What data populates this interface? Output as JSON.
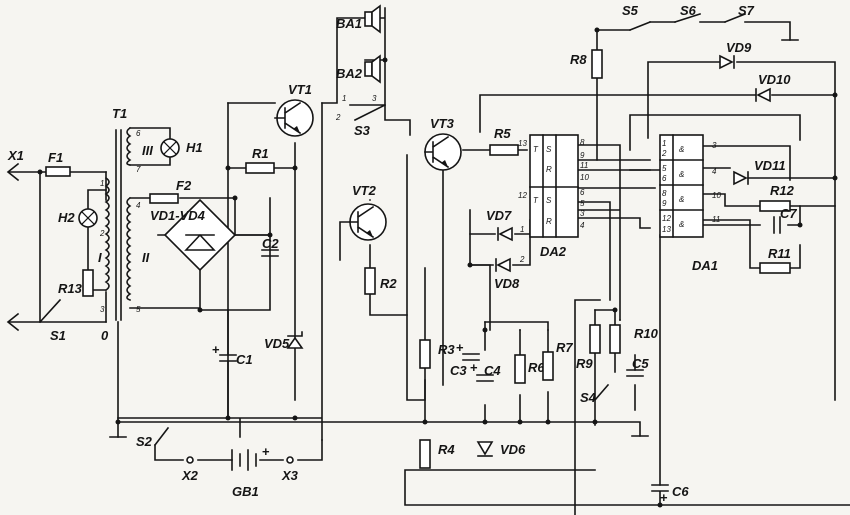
{
  "labels": {
    "x1": "X1",
    "x2": "X2",
    "x3": "X3",
    "f1": "F1",
    "f2": "F2",
    "t1": "T1",
    "h1": "H1",
    "h2": "H2",
    "r13": "R13",
    "s1": "S1",
    "s2": "S2",
    "s3": "S3",
    "s4": "S4",
    "s5": "S5",
    "s6": "S6",
    "s7": "S7",
    "zero": "0",
    "winding_i": "I",
    "winding_ii": "II",
    "winding_iii": "III",
    "bridge": "VD1-VD4",
    "c1": "C1",
    "c2": "C2",
    "c3": "C3",
    "c4": "C4",
    "c5": "C5",
    "c6": "C6",
    "c7": "C7",
    "vd5": "VD5",
    "vd6": "VD6",
    "vd7": "VD7",
    "vd8": "VD8",
    "vd9": "VD9",
    "vd10": "VD10",
    "vd11": "VD11",
    "vt1": "VT1",
    "vt2": "VT2",
    "vt3": "VT3",
    "r1": "R1",
    "r2": "R2",
    "r3": "R3",
    "r4": "R4",
    "r5": "R5",
    "r6": "R6",
    "r7": "R7",
    "r8": "R8",
    "r9": "R9",
    "r10": "R10",
    "r11": "R11",
    "r12": "R12",
    "ba1": "BA1",
    "ba2": "BA2",
    "gb1": "GB1",
    "da1": "DA1",
    "da2": "DA2"
  },
  "pins": {
    "t1": [
      "1",
      "2",
      "3",
      "4",
      "5",
      "6",
      "7"
    ],
    "s3": [
      "1",
      "2",
      "3"
    ],
    "da2_t": "T",
    "da2_s": "S",
    "da2_r": "R",
    "da2_left": [
      "13",
      "12"
    ],
    "da2_right": [
      "1",
      "2"
    ],
    "da2_outputs": [
      "8",
      "9",
      "11",
      "10",
      "6",
      "5",
      "3",
      "4"
    ],
    "da1_left": [
      "1",
      "2",
      "5",
      "6",
      "8",
      "9",
      "12",
      "13"
    ],
    "da1_right": [
      "3",
      "4",
      "10",
      "11"
    ],
    "da1_inner": [
      "&",
      "&",
      "&",
      "&"
    ]
  },
  "polarity": {
    "plus": "+",
    "minus": "−"
  }
}
